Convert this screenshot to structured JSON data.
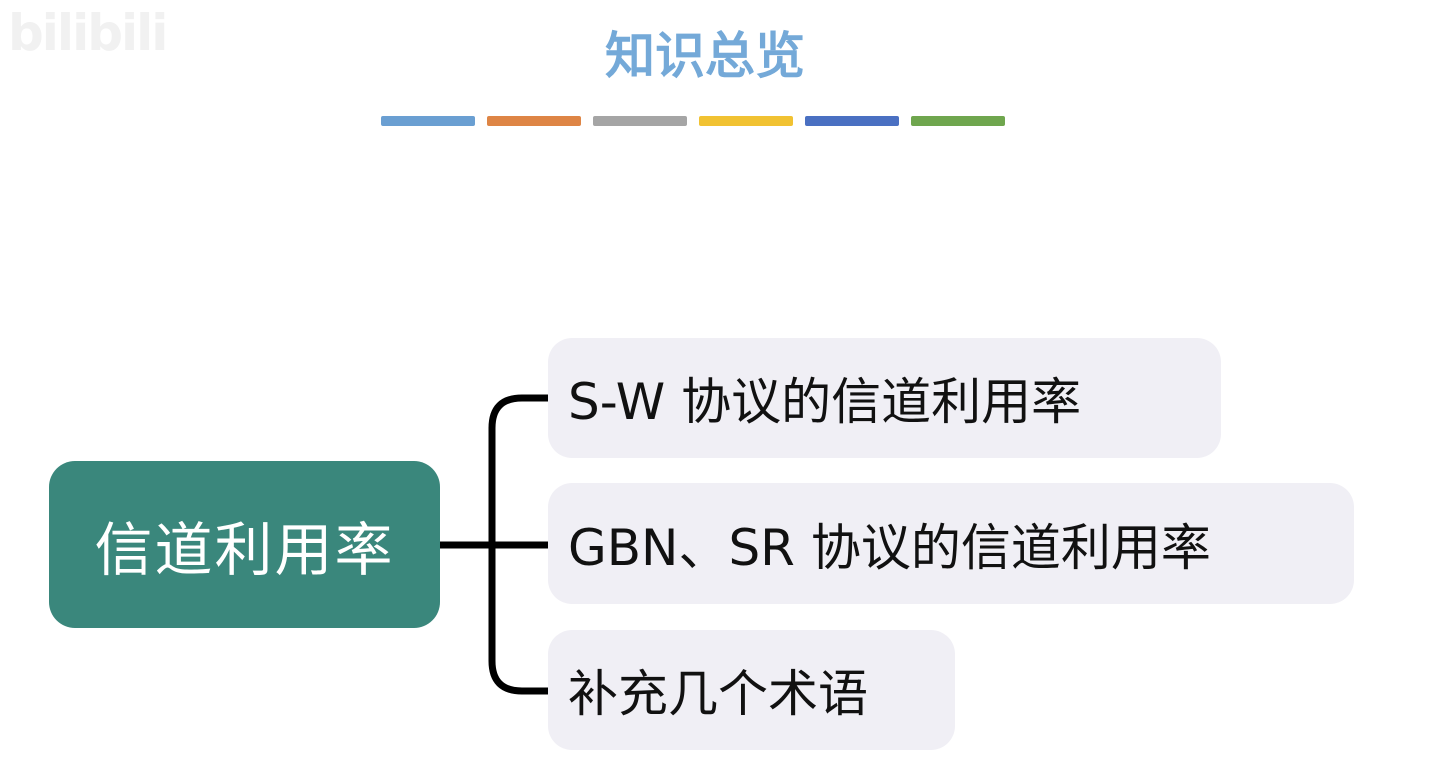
{
  "watermark": "bilibili",
  "title": "知识总览",
  "color_bar": [
    "#6a9fd2",
    "#de8545",
    "#a5a5a5",
    "#f1c232",
    "#4a70c2",
    "#6fa64e"
  ],
  "mindmap": {
    "root": "信道利用率",
    "children": [
      "S-W 协议的信道利用率",
      "GBN、SR 协议的信道利用率",
      "补充几个术语"
    ]
  },
  "colors": {
    "root_fill": "#3a877c",
    "child_fill": "#f0eff5",
    "connector": "#000000",
    "title": "#74a9d8"
  }
}
